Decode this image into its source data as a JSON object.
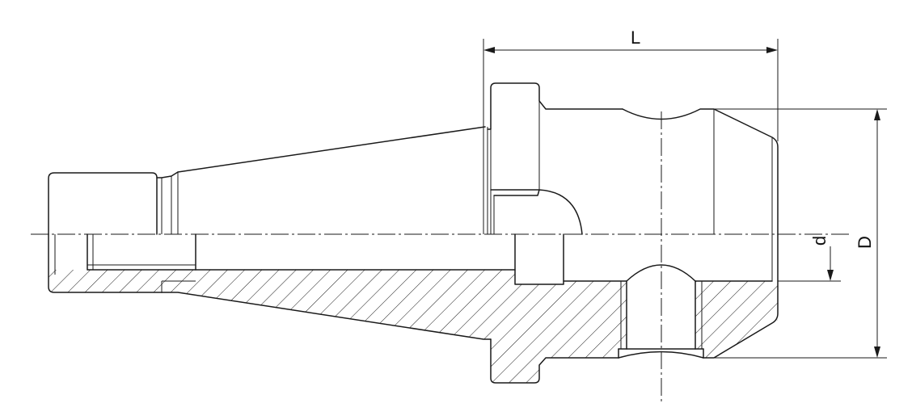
{
  "drawing": {
    "dim_length": "L",
    "dim_outer_diameter": "D",
    "dim_bore_diameter": "d"
  },
  "colors": {
    "line": "#1a1a1a",
    "background": "#ffffff"
  }
}
